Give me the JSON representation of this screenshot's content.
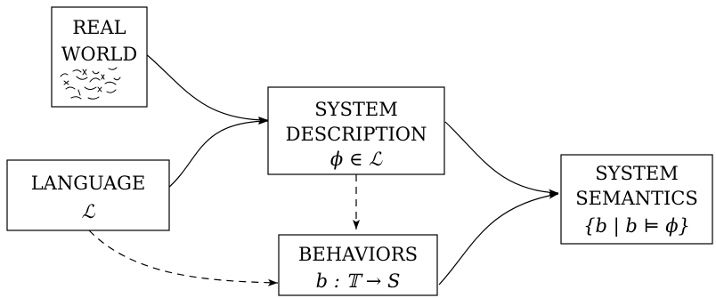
{
  "nodes": {
    "real_world": {
      "line1": "REAL",
      "line2": "WORLD"
    },
    "language": {
      "line1": "LANGUAGE",
      "line2": "ℒ"
    },
    "system_description": {
      "line1": "SYSTEM",
      "line2": "DESCRIPTION",
      "formula": "ϕ ∈ ℒ"
    },
    "behaviors": {
      "line1": "BEHAVIORS",
      "formula": "b : 𝕋 → S"
    },
    "system_semantics": {
      "line1": "SYSTEM",
      "line2": "SEMANTICS",
      "formula": "{b | b ⊨ ϕ}"
    }
  },
  "edges": [
    {
      "from": "real_world",
      "to": "system_description",
      "style": "solid"
    },
    {
      "from": "language",
      "to": "system_description",
      "style": "solid"
    },
    {
      "from": "system_description",
      "to": "behaviors",
      "style": "dashed"
    },
    {
      "from": "language",
      "to": "behaviors",
      "style": "dashed"
    },
    {
      "from": "system_description",
      "to": "system_semantics",
      "style": "solid"
    },
    {
      "from": "behaviors",
      "to": "system_semantics",
      "style": "solid"
    }
  ]
}
